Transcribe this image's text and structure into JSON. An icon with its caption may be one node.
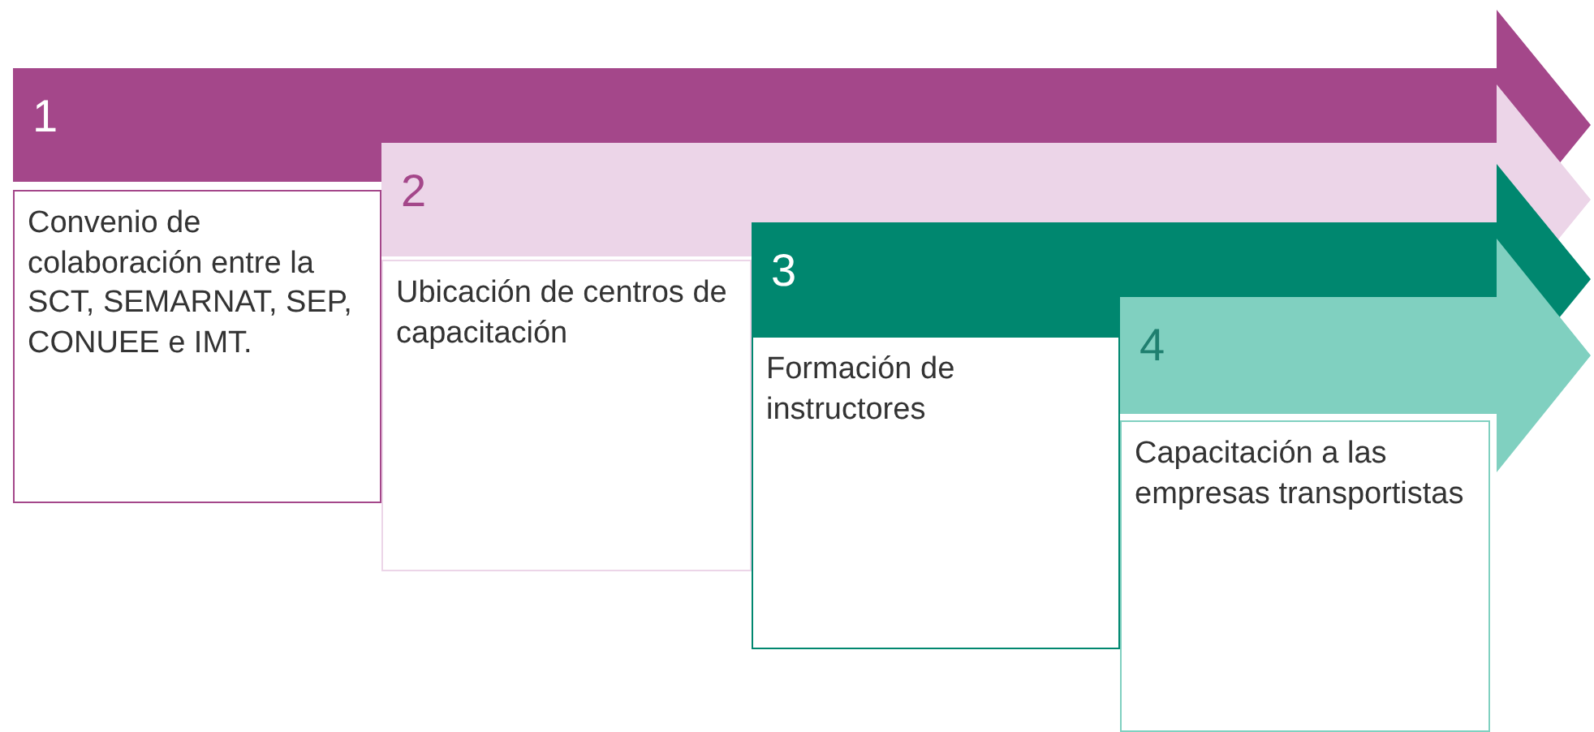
{
  "diagram": {
    "nodes": [
      {
        "text": [
          "1"
        ]
      },
      {
        "text": [
          "Convenio de colaboración entre la SCT, SEMARNAT, SEP, CONUEE e IMT."
        ]
      },
      {
        "text": [
          "2"
        ]
      },
      {
        "text": [
          "Ubicación de centros de capacitación"
        ]
      },
      {
        "text": [
          "3"
        ]
      },
      {
        "text": [
          "Formación de instructores"
        ]
      },
      {
        "text": [
          "4"
        ]
      },
      {
        "text": [
          "Capacitación a las empresas transportistas"
        ]
      }
    ]
  }
}
